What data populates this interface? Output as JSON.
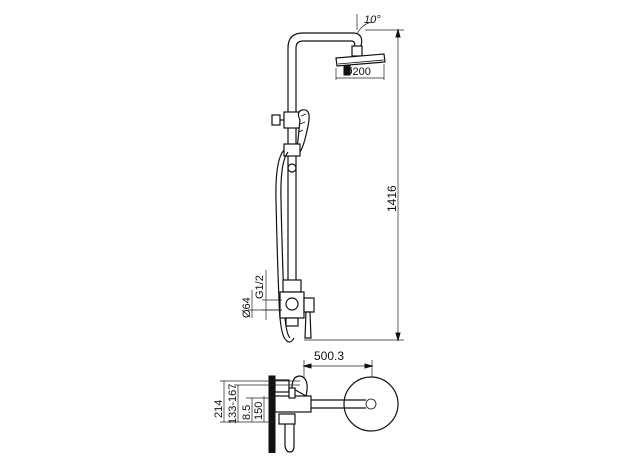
{
  "dimensions": {
    "angle": "10°",
    "head_diameter": "Ø200",
    "total_height": "1416",
    "thread": "G1/2",
    "cover_diameter": "Ø64",
    "projection": "500.3",
    "depth_total": "214",
    "depth_range": "133-167",
    "offset_small": "8.5",
    "depth_150": "150"
  }
}
